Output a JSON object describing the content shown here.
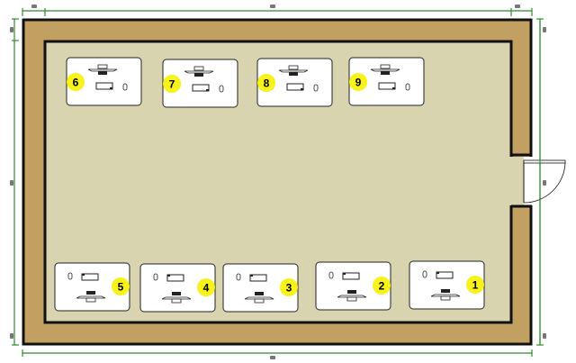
{
  "floor_plan": {
    "title": "Classroom layout",
    "colors": {
      "wall": "#c2a062",
      "floor": "#d9d4b0",
      "desk": "#ffffff",
      "badge": "#f7f21a",
      "dimension": "#2e8b2e"
    },
    "top_row_desks": [
      {
        "number": "6"
      },
      {
        "number": "7"
      },
      {
        "number": "8"
      },
      {
        "number": "9"
      }
    ],
    "bottom_row_desks": [
      {
        "number": "5"
      },
      {
        "number": "4"
      },
      {
        "number": "3"
      },
      {
        "number": "2"
      },
      {
        "number": "1"
      }
    ],
    "door": {
      "icon": "door-swing-icon"
    }
  }
}
